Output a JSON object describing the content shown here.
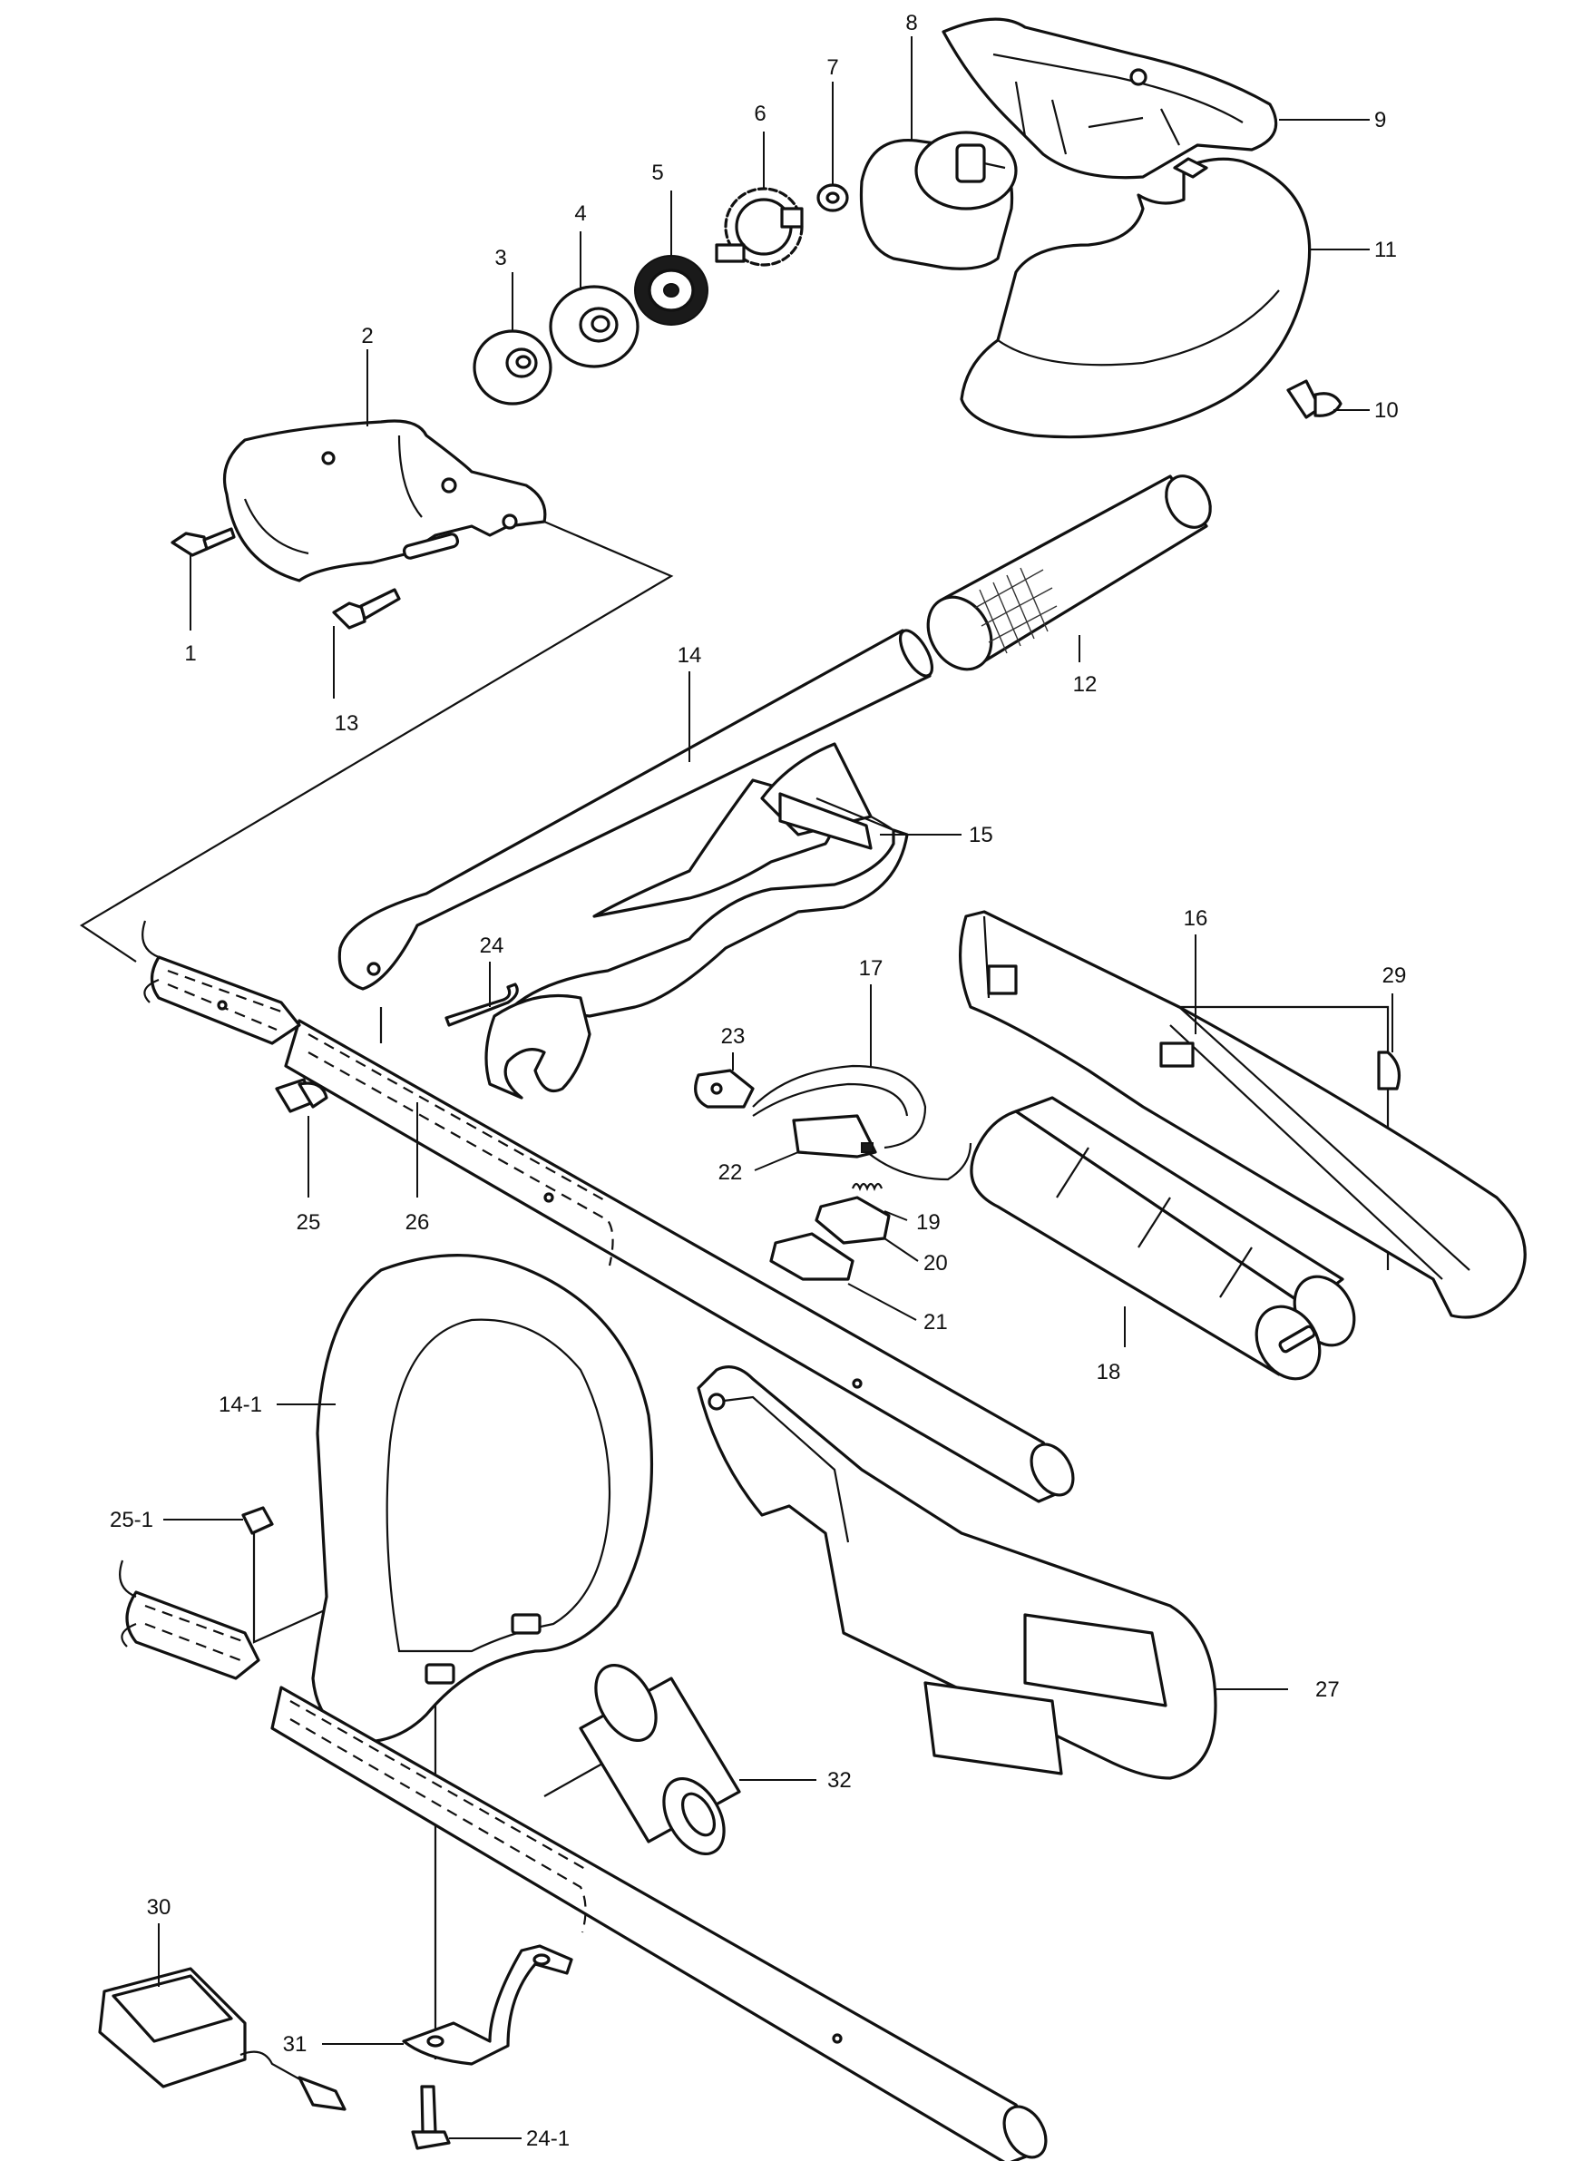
{
  "callouts": {
    "c1": "1",
    "c2": "2",
    "c3": "3",
    "c4": "4",
    "c5": "5",
    "c6": "6",
    "c7": "7",
    "c8": "8",
    "c9": "9",
    "c10": "10",
    "c11": "11",
    "c12": "12",
    "c13": "13",
    "c14": "14",
    "c14_1": "14-1",
    "c15": "15",
    "c16": "16",
    "c17": "17",
    "c18": "18",
    "c19": "19",
    "c20": "20",
    "c21": "21",
    "c22": "22",
    "c23": "23",
    "c24": "24",
    "c24_1": "24-1",
    "c25": "25",
    "c25_1": "25-1",
    "c26": "26",
    "c27": "27",
    "c29": "29",
    "c30": "30",
    "c31": "31",
    "c32": "32"
  }
}
